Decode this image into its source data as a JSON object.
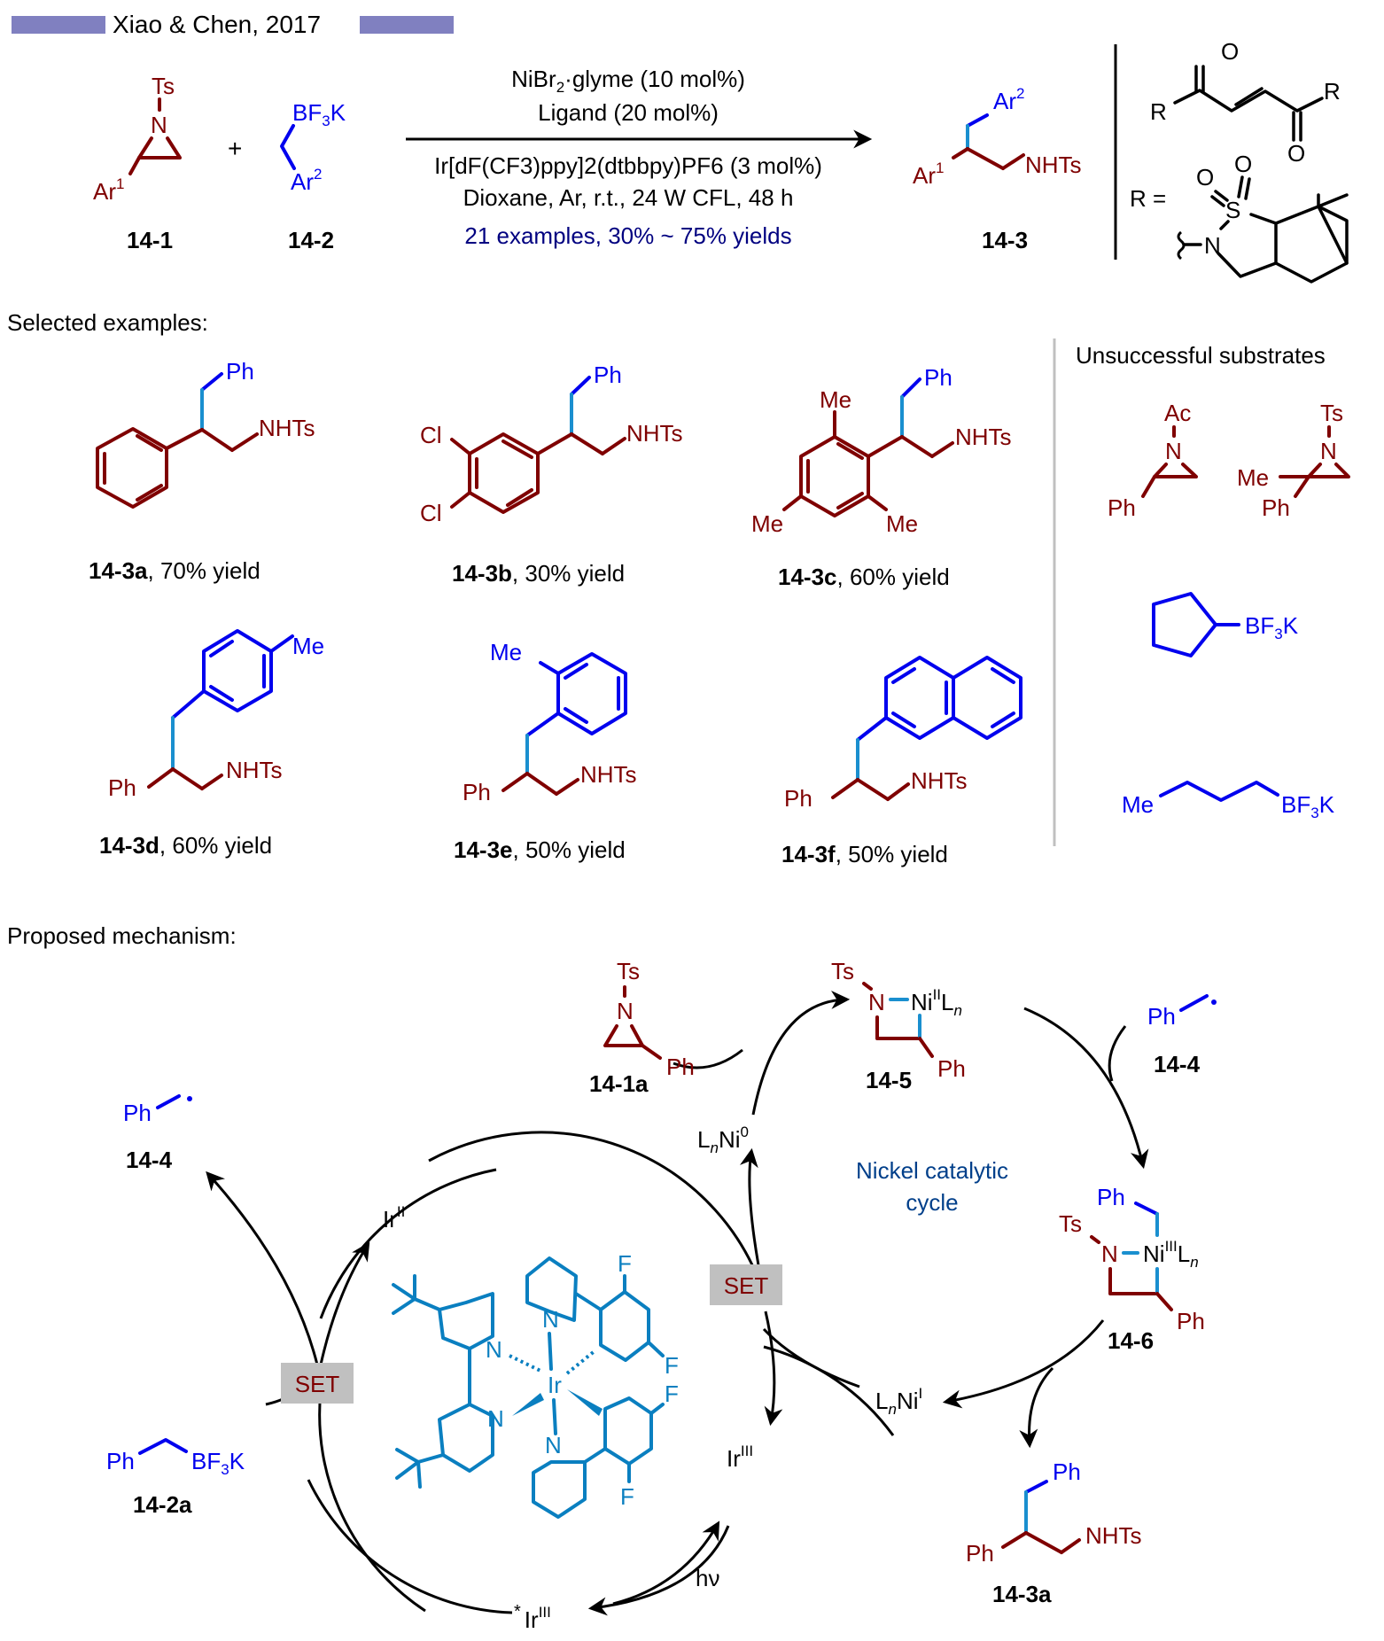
{
  "header": {
    "title": "Xiao & Chen, 2017",
    "bar_color": "#8080c0"
  },
  "reaction": {
    "reactant1": {
      "label": "14-1",
      "n_sub": "Ts",
      "n": "N",
      "ar": "Ar",
      "ar_sup": "1"
    },
    "plus": "+",
    "reactant2": {
      "label": "14-2",
      "bf3k": "BF",
      "bf3k_sub": "3",
      "bf3k_end": "K",
      "ar": "Ar",
      "ar_sup": "2"
    },
    "conditions_above": [
      {
        "pre": "NiBr",
        "sub": "2",
        "post": "·glyme (10 mol%)"
      },
      {
        "pre": "Ligand (20 mol%)",
        "sub": "",
        "post": ""
      }
    ],
    "conditions_below": [
      "Ir[dF(CF3)ppy]2(dtbbpy)PF6 (3 mol%)",
      "Dioxane, Ar, r.t., 24 W CFL, 48 h"
    ],
    "scope_note": "21 examples, 30% ~ 75% yields",
    "product": {
      "label": "14-3",
      "ar1": "Ar",
      "ar1_sup": "1",
      "ar2": "Ar",
      "ar2_sup": "2",
      "nhts": "NHTs"
    },
    "ligand_box": {
      "r": "R",
      "o": "O",
      "r_eq": "R =",
      "s": "S",
      "n": "N"
    }
  },
  "selected": {
    "heading": "Selected examples:",
    "examples": [
      {
        "id": "14-3a",
        "yield": ", 70% yield",
        "ph": "Ph",
        "nhts": "NHTs"
      },
      {
        "id": "14-3b",
        "yield": ", 30% yield",
        "ph": "Ph",
        "nhts": "NHTs",
        "cl1": "Cl",
        "cl2": "Cl"
      },
      {
        "id": "14-3c",
        "yield": ", 60% yield",
        "ph": "Ph",
        "nhts": "NHTs",
        "me1": "Me",
        "me2": "Me",
        "me3": "Me"
      },
      {
        "id": "14-3d",
        "yield": ", 60% yield",
        "ph": "Ph",
        "nhts": "NHTs",
        "me": "Me"
      },
      {
        "id": "14-3e",
        "yield": ", 50% yield",
        "ph": "Ph",
        "nhts": "NHTs",
        "me": "Me"
      },
      {
        "id": "14-3f",
        "yield": ", 50% yield",
        "ph": "Ph",
        "nhts": "NHTs"
      }
    ]
  },
  "unsuccessful": {
    "heading": "Unsuccessful substrates",
    "items": [
      {
        "n_sub": "Ac",
        "n": "N",
        "ph": "Ph"
      },
      {
        "n_sub": "Ts",
        "n": "N",
        "ph": "Ph",
        "me": "Me"
      },
      {
        "bf3k": "BF",
        "sub": "3",
        "end": "K"
      },
      {
        "me": "Me",
        "bf3k": "BF",
        "sub": "3",
        "end": "K"
      }
    ]
  },
  "mechanism": {
    "heading": "Proposed mechanism:",
    "radical_left": {
      "ph": "Ph",
      "label": "14-4"
    },
    "radical_right": {
      "ph": "Ph",
      "label": "14-4"
    },
    "aziridine": {
      "ts": "Ts",
      "n": "N",
      "ph": "Ph",
      "label": "14-1a"
    },
    "int_14_5": {
      "ts": "Ts",
      "n": "N",
      "ni": "Ni",
      "ni_sup": "II",
      "ln": "L",
      "ln_sub": "n",
      "ph": "Ph",
      "label": "14-5"
    },
    "int_14_6": {
      "ts": "Ts",
      "n": "N",
      "ni": "Ni",
      "ni_sup": "III",
      "ln": "L",
      "ln_sub": "n",
      "ph_top": "Ph",
      "ph": "Ph",
      "label": "14-6"
    },
    "ni0": {
      "l": "L",
      "sub": "n",
      "ni": "Ni",
      "sup": "0"
    },
    "ni1": {
      "l": "L",
      "sub": "n",
      "ni": "Ni",
      "sup": "I"
    },
    "cycle_label": [
      "Nickel catalytic",
      "cycle"
    ],
    "ir2": {
      "ir": "Ir",
      "sup": "II"
    },
    "ir3": {
      "ir": "Ir",
      "sup": "III"
    },
    "ir3_star": {
      "star": "*",
      "ir": "Ir",
      "sup": "III"
    },
    "hv": "hν",
    "set_left": "SET",
    "set_right": "SET",
    "borate": {
      "ph": "Ph",
      "bf": "BF",
      "sub": "3",
      "end": "K",
      "label": "14-2a"
    },
    "product": {
      "ph_top": "Ph",
      "ph": "Ph",
      "nhts": "NHTs",
      "label": "14-3a"
    },
    "photocat": {
      "ir": "Ir",
      "n": "N",
      "f": "F"
    }
  },
  "colors": {
    "aziridine": "#7f0000",
    "borate": "#0000ee",
    "new_bond": "#1a8fcf",
    "photocatalyst": "#0a7fc0",
    "set_box": "#c0c0c0",
    "note": "#000080",
    "cycle_text": "#003f8a"
  }
}
